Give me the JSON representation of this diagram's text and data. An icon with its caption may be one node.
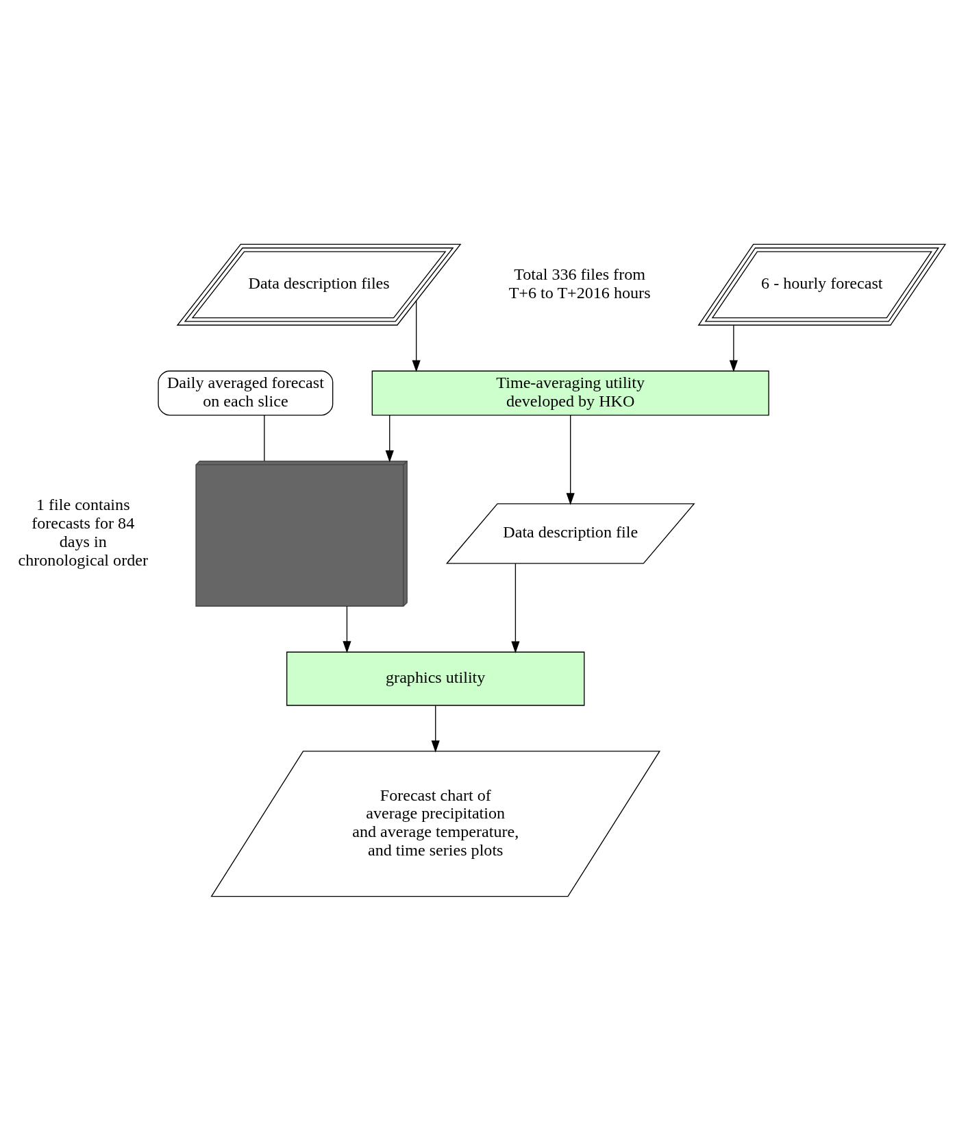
{
  "diagram": {
    "nodes": [
      {
        "text": [
          "6 - hourly forecast"
        ]
      },
      {
        "text": [
          "Data description files"
        ]
      },
      {
        "text": [
          "Time-averaging utility developed by HKO"
        ]
      },
      {
        "text": [],
        "shape": "box"
      },
      {
        "text": [
          "Data description file"
        ]
      },
      {
        "text": [
          "graphics utility"
        ]
      },
      {
        "text": [
          "Forecast chart of average precipitation and average temperature, and time series plots"
        ]
      },
      {
        "text": [
          "Daily averaged forecast on each slice"
        ]
      }
    ],
    "edges": [
      {
        "from": 0,
        "to": 2,
        "arrow": "to"
      },
      {
        "from": 1,
        "to": 2,
        "arrow": "to"
      },
      {
        "from": 2,
        "to": 3,
        "arrow": "to"
      },
      {
        "from": 2,
        "to": 4,
        "arrow": "to"
      },
      {
        "from": 3,
        "to": 5,
        "arrow": "to"
      },
      {
        "from": 4,
        "to": 5,
        "arrow": "to"
      },
      {
        "from": 5,
        "to": 6,
        "arrow": "to"
      },
      {
        "from": 7,
        "to": 3,
        "arrow": "none"
      }
    ],
    "labels": [
      "Total 336 files from T+6 to T+2016 hours",
      "1 file contains forecasts for 84 days in chronological order"
    ]
  }
}
